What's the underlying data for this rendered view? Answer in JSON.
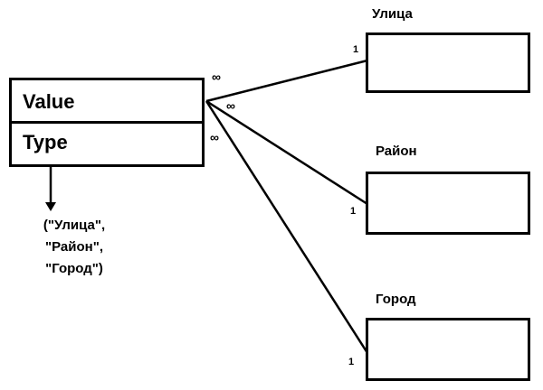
{
  "main_entity": {
    "field_value": "Value",
    "field_type": "Type"
  },
  "type_note": {
    "line1": "(\"Улица\",",
    "line2": "\"Район\",",
    "line3": "\"Город\")"
  },
  "related_entities": [
    {
      "title": "Улица",
      "mult_near": "1",
      "mult_far": "∞"
    },
    {
      "title": "Район",
      "mult_near": "1",
      "mult_far": "∞"
    },
    {
      "title": "Город",
      "mult_near": "1",
      "mult_far": "∞"
    }
  ],
  "colors": {
    "line": "#000000",
    "background": "#ffffff"
  }
}
